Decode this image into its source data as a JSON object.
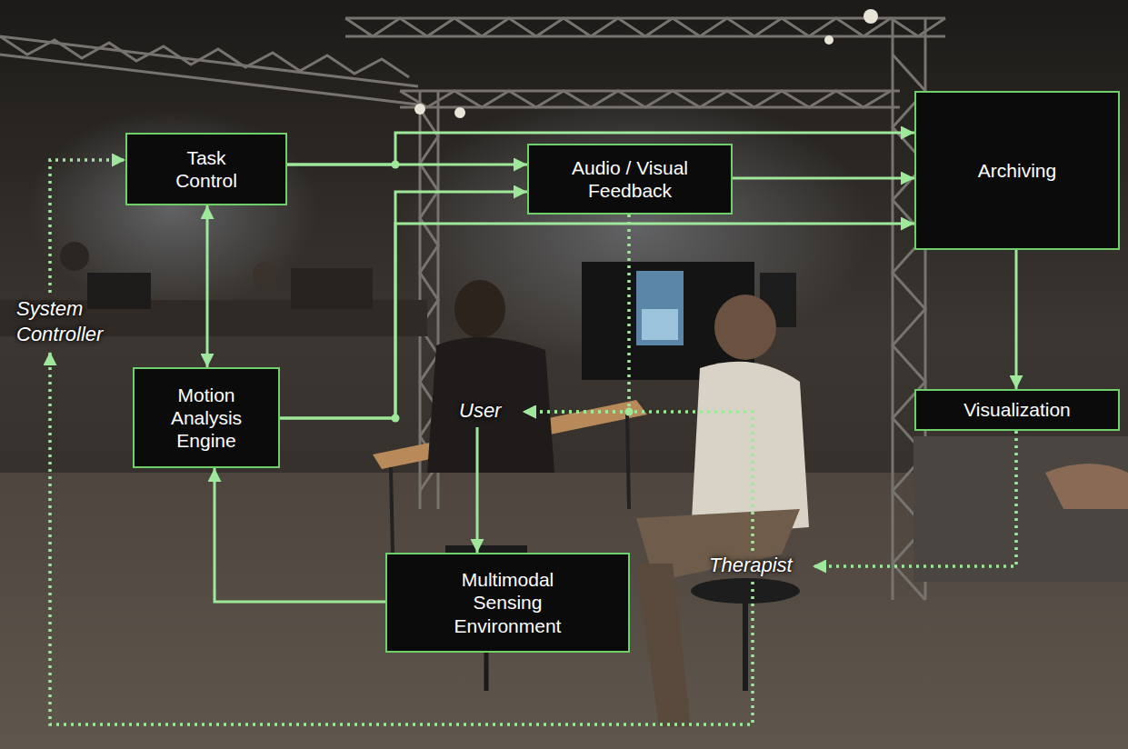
{
  "diagram": {
    "nodes": [
      {
        "text": [
          "Task Control"
        ]
      },
      {
        "text": [
          "Audio / Visual Feedback"
        ]
      },
      {
        "text": [
          "Archiving"
        ]
      },
      {
        "text": [
          "System Controller"
        ]
      },
      {
        "text": [
          "Motion Analysis Engine"
        ]
      },
      {
        "text": [
          "User"
        ]
      },
      {
        "text": [
          "Visualization"
        ]
      },
      {
        "text": [
          "Multimodal Sensing Environment"
        ]
      },
      {
        "text": [
          "Therapist"
        ]
      }
    ],
    "edges": [
      {
        "from": 3,
        "to": 0,
        "arrow": "to"
      },
      {
        "from": 0,
        "to": 1,
        "arrow": "to"
      },
      {
        "from": 0,
        "to": 2,
        "arrow": "to"
      },
      {
        "from": 0,
        "to": 4,
        "arrow": "both"
      },
      {
        "from": 4,
        "to": 1,
        "arrow": "to"
      },
      {
        "from": 4,
        "to": 2,
        "arrow": "to"
      },
      {
        "from": 1,
        "to": 2,
        "arrow": "to"
      },
      {
        "from": 2,
        "to": 6,
        "arrow": "to"
      },
      {
        "from": 1,
        "to": 5,
        "arrow": "to"
      },
      {
        "from": 8,
        "to": 5,
        "arrow": "to"
      },
      {
        "from": 8,
        "to": 3,
        "arrow": "to"
      },
      {
        "from": 6,
        "to": 8,
        "arrow": "to"
      },
      {
        "from": 5,
        "to": 7,
        "arrow": "to"
      },
      {
        "from": 7,
        "to": 4,
        "arrow": "to"
      }
    ]
  }
}
